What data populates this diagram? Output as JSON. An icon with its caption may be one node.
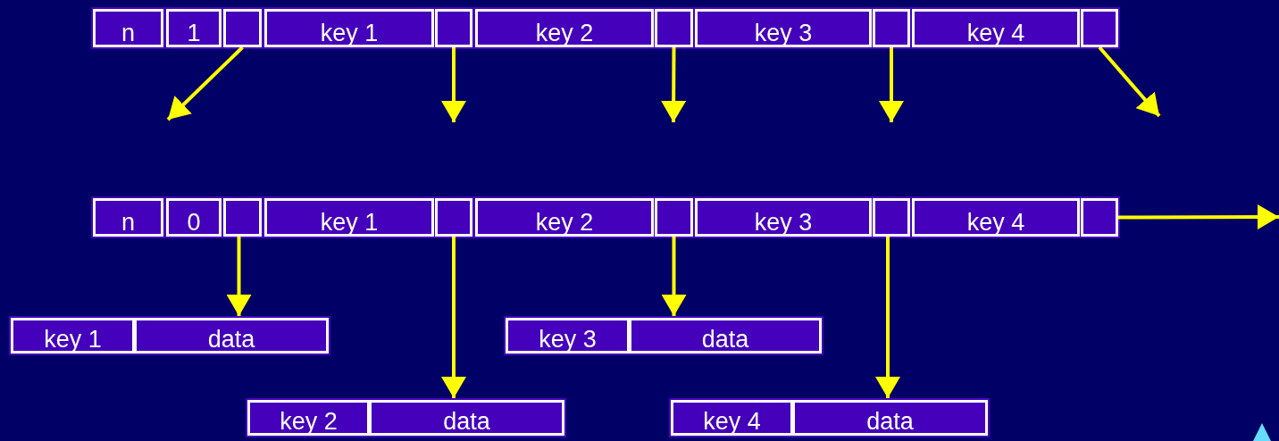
{
  "diagram": {
    "nodes": [
      {
        "text": [
          "n"
        ]
      },
      {
        "text": [
          "1"
        ]
      },
      {
        "text": [],
        "shape": "box"
      },
      {
        "text": [
          "key 1"
        ]
      },
      {
        "text": [],
        "shape": "box"
      },
      {
        "text": [
          "key 2"
        ]
      },
      {
        "text": [],
        "shape": "box"
      },
      {
        "text": [
          "key 3"
        ]
      },
      {
        "text": [],
        "shape": "box"
      },
      {
        "text": [
          "key 4"
        ]
      },
      {
        "text": [],
        "shape": "box"
      },
      {
        "text": [
          "n"
        ]
      },
      {
        "text": [
          "0"
        ]
      },
      {
        "text": [],
        "shape": "box"
      },
      {
        "text": [
          "key 1"
        ]
      },
      {
        "text": [],
        "shape": "box"
      },
      {
        "text": [
          "key 2"
        ]
      },
      {
        "text": [],
        "shape": "box"
      },
      {
        "text": [
          "key 3"
        ]
      },
      {
        "text": [],
        "shape": "box"
      },
      {
        "text": [
          "key 4"
        ]
      },
      {
        "text": [],
        "shape": "box"
      },
      {
        "text": [],
        "shape": "box"
      },
      {
        "text": [
          "key 1"
        ],
        "in": 22
      },
      {
        "text": [
          "data"
        ],
        "in": 22
      },
      {
        "text": [],
        "shape": "box"
      },
      {
        "text": [
          "key 3"
        ],
        "in": 25
      },
      {
        "text": [
          "data"
        ],
        "in": 25
      },
      {
        "text": [],
        "shape": "box"
      },
      {
        "text": [
          "key 2"
        ],
        "in": 28
      },
      {
        "text": [
          "data"
        ],
        "in": 28
      },
      {
        "text": [],
        "shape": "box"
      },
      {
        "text": [
          "key 4"
        ],
        "in": 31
      },
      {
        "text": [
          "data"
        ],
        "in": 31
      }
    ],
    "edges": [
      {
        "from": 2,
        "to": null,
        "arrow": "to"
      },
      {
        "from": 4,
        "to": null,
        "arrow": "to"
      },
      {
        "from": 6,
        "to": null,
        "arrow": "to"
      },
      {
        "from": 8,
        "to": null,
        "arrow": "to"
      },
      {
        "from": 10,
        "to": null,
        "arrow": "to"
      },
      {
        "from": 13,
        "to": 22,
        "arrow": "to"
      },
      {
        "from": 15,
        "to": 28,
        "arrow": "to"
      },
      {
        "from": 17,
        "to": 25,
        "arrow": "to"
      },
      {
        "from": 19,
        "to": 31,
        "arrow": "to"
      },
      {
        "from": 21,
        "to": null,
        "arrow": "to"
      }
    ]
  }
}
